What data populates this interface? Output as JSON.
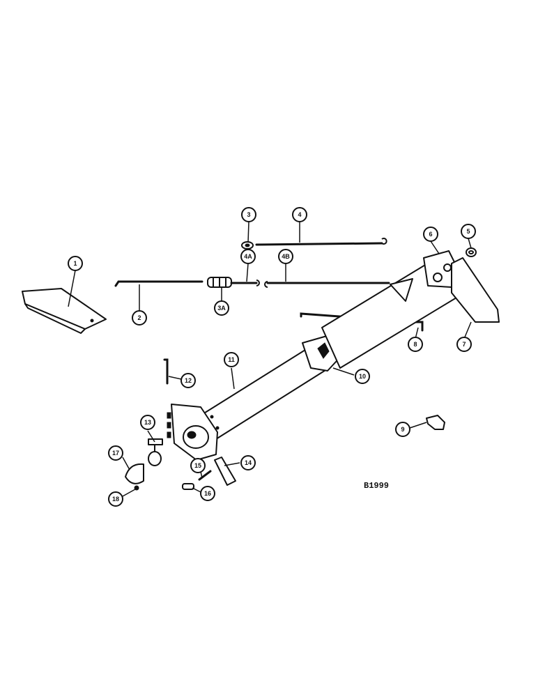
{
  "drawing": {
    "code": "B1999",
    "callouts": [
      "1",
      "2",
      "3",
      "3A",
      "4",
      "4A",
      "4B",
      "5",
      "6",
      "7",
      "8",
      "9",
      "10",
      "11",
      "12",
      "13",
      "14",
      "15",
      "16",
      "17",
      "18"
    ]
  }
}
